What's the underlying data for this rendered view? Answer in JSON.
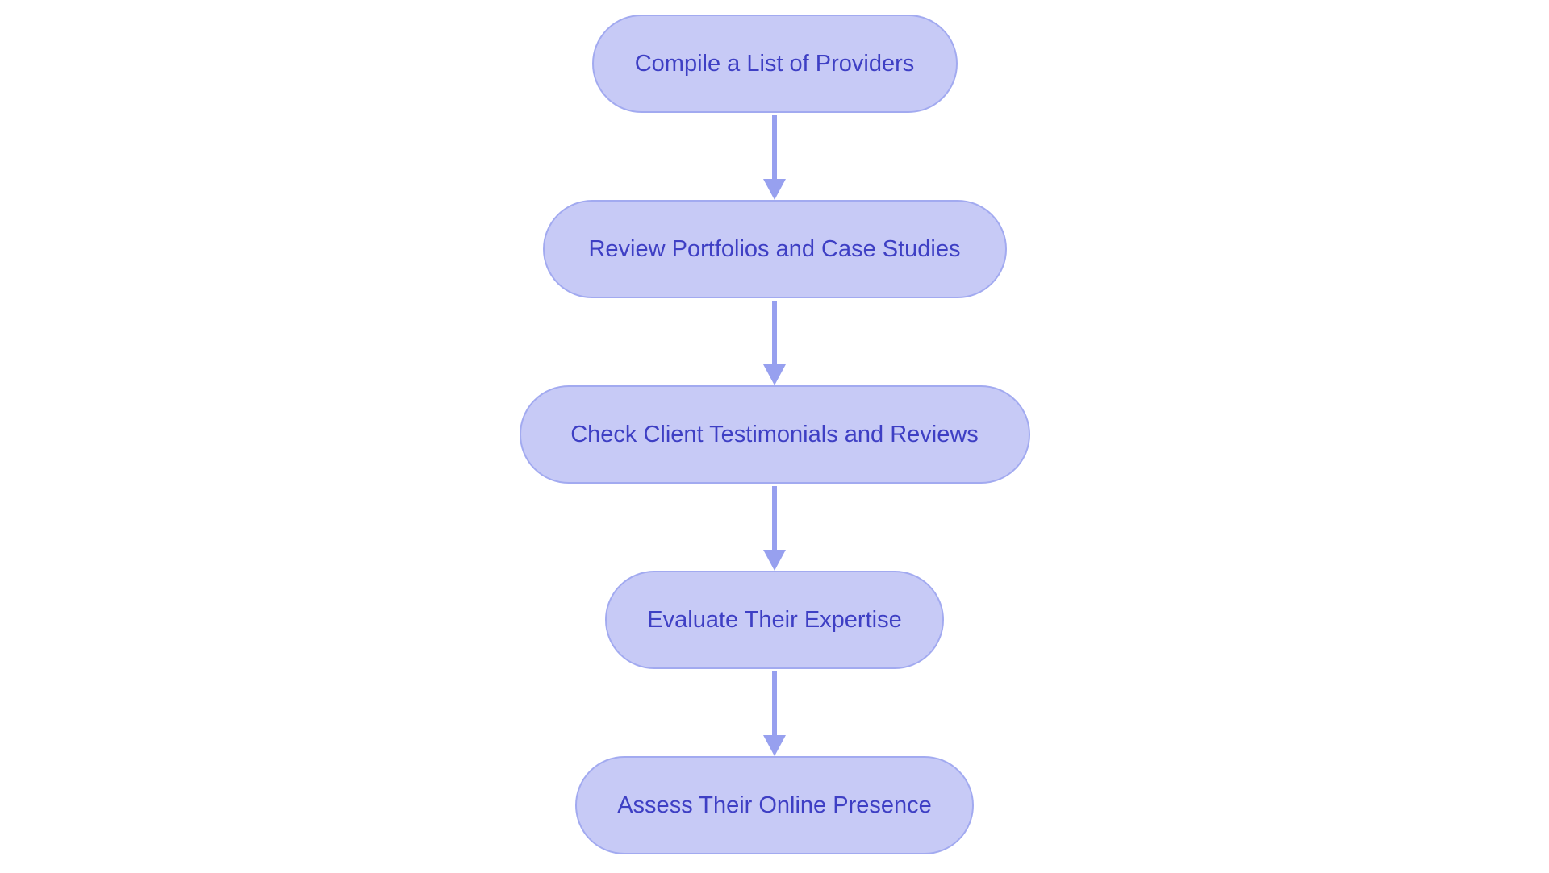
{
  "diagram": {
    "type": "flowchart",
    "direction": "top-down",
    "nodes": [
      {
        "id": "n1",
        "shape": "pill",
        "label": "Compile a List of Providers"
      },
      {
        "id": "n2",
        "shape": "pill",
        "label": "Review Portfolios and Case Studies"
      },
      {
        "id": "n3",
        "shape": "pill",
        "label": "Check Client Testimonials and Reviews"
      },
      {
        "id": "n4",
        "shape": "pill",
        "label": "Evaluate Their Expertise"
      },
      {
        "id": "n5",
        "shape": "pill",
        "label": "Assess Their Online Presence"
      }
    ],
    "edges": [
      {
        "from": "n1",
        "to": "n2",
        "style": "arrow-down"
      },
      {
        "from": "n2",
        "to": "n3",
        "style": "arrow-down"
      },
      {
        "from": "n3",
        "to": "n4",
        "style": "arrow-down"
      },
      {
        "from": "n4",
        "to": "n5",
        "style": "arrow-down"
      }
    ],
    "colors": {
      "background": "#ffffff",
      "node_fill": "#c7caf6",
      "node_border": "#a2aaf0",
      "node_text": "#3e3fc4",
      "arrow": "#97a0ef"
    }
  }
}
